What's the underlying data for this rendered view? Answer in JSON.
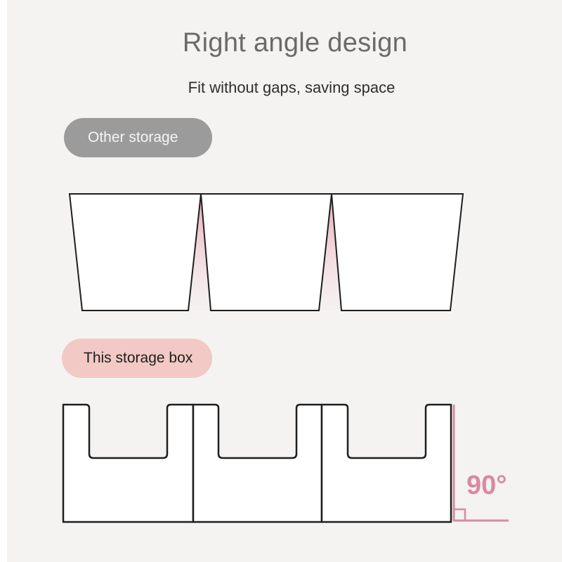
{
  "header": {
    "title": "Right angle design",
    "subtitle": "Fit without gaps, saving space"
  },
  "comparison": {
    "other_label": "Other storage",
    "this_label": "This storage box",
    "angle_label": "90°"
  },
  "colors": {
    "background": "#f4f3f2",
    "accent_pink": "#d98aa2",
    "pill_gray": "#9b9b9b",
    "pill_pink": "#f2c9c4",
    "outline": "#1e1e1e"
  }
}
